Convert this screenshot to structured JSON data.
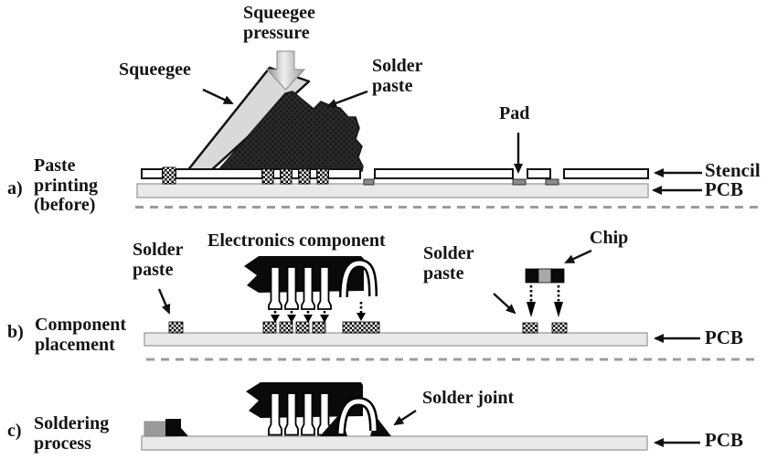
{
  "figure": {
    "description": "SMT solder paste printing, component placement and soldering process diagram"
  },
  "colors": {
    "pcb": "#e9e9e9",
    "pcb_border": "#a8a8a8",
    "stencil_fill": "#ffffff",
    "squeegee": "#d9d9d9",
    "paste_dark": "#262626",
    "pad_gray": "#8a8a8a",
    "text": "#141414",
    "dash_gray": "#9c9c9c",
    "component_black": "#0a0a0a",
    "chip_body_gray": "#a9a9a9"
  },
  "panel_a": {
    "index": "a)",
    "title": "Paste\nprinting\n(before)",
    "labels": {
      "squeegee_pressure": "Squeegee\npressure",
      "squeegee": "Squeegee",
      "solder_paste": "Solder\npaste",
      "pad": "Pad",
      "stencil": "Stencil",
      "pcb": "PCB"
    }
  },
  "panel_b": {
    "index": "b)",
    "title": "Component\nplacement",
    "labels": {
      "solder_paste_left": "Solder\npaste",
      "electronics_component": "Electronics component",
      "solder_paste_right": "Solder\npaste",
      "chip": "Chip",
      "pcb": "PCB"
    }
  },
  "panel_c": {
    "index": "c)",
    "title": "Soldering\nprocess",
    "labels": {
      "solder_joint": "Solder joint",
      "pcb": "PCB"
    }
  }
}
